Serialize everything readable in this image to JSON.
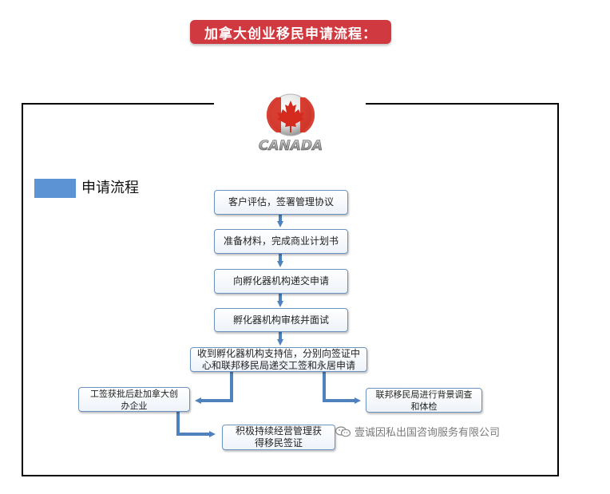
{
  "header": {
    "title": "加拿大创业移民申请流程："
  },
  "logo": {
    "text": "CANADA",
    "icon": "canada-maple-leaf-icon"
  },
  "legend": {
    "label": "申请流程",
    "color": "#5b93d4"
  },
  "flow": {
    "step1": "客户评估，签署管理协议",
    "step2": "准备材料，完成商业计划书",
    "step3": "向孵化器机构递交申请",
    "step4": "孵化器机构审核并面试",
    "step5": "收到孵化器机构支持信，分别向签证中心和联邦移民局递交工签和永居申请",
    "left_branch": "工签获批后赴加拿大创办企业",
    "right_branch": "联邦移民局进行背景调查和体检",
    "final": "积极持续经营管理获得移民签证"
  },
  "watermark": {
    "text": "壹诚因私出国咨询服务有限公司",
    "icon": "wechat-icon"
  },
  "colors": {
    "accent": "#d0393f",
    "arrow": "#4f81bd",
    "box_border": "#6c93bf"
  }
}
